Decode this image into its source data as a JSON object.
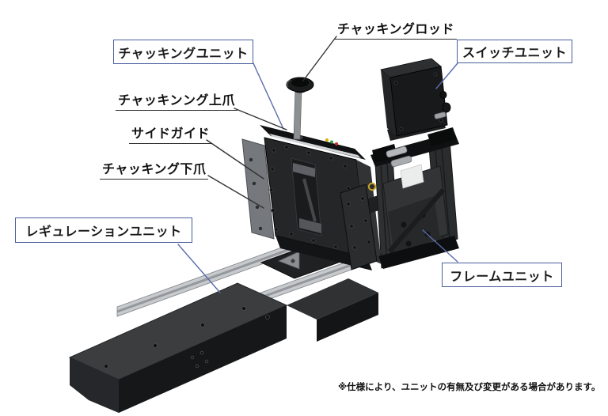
{
  "diagram": {
    "type": "annotated-machine-illustration",
    "labels": {
      "chucking_rod": "チャッキングロッド",
      "chucking_unit": "チャッキングユニット",
      "switch_unit": "スイッチユニット",
      "chucking_upper_claw": "チャッキンング上爪",
      "side_guide": "サイドガイド",
      "chucking_lower_claw": "チャッキング下爪",
      "regulation_unit": "レギュレーションユニット",
      "frame_unit": "フレームユニット"
    },
    "footnote": "※仕様により、ユニットの有無及び変更がある場合があります。",
    "colors": {
      "label_box_border": "#4a5f9e",
      "leader_blue": "#5b6cae",
      "leader_dark": "#333333",
      "machine_dark": "#1c1d1e",
      "machine_mid": "#3a3c3e",
      "aluminum_rail": "#c7cacd",
      "side_guide_gray": "#75787c",
      "indicator_yellow": "#d4b400",
      "indicator_green": "#2f9e3f",
      "indicator_red": "#c92a1e"
    }
  }
}
